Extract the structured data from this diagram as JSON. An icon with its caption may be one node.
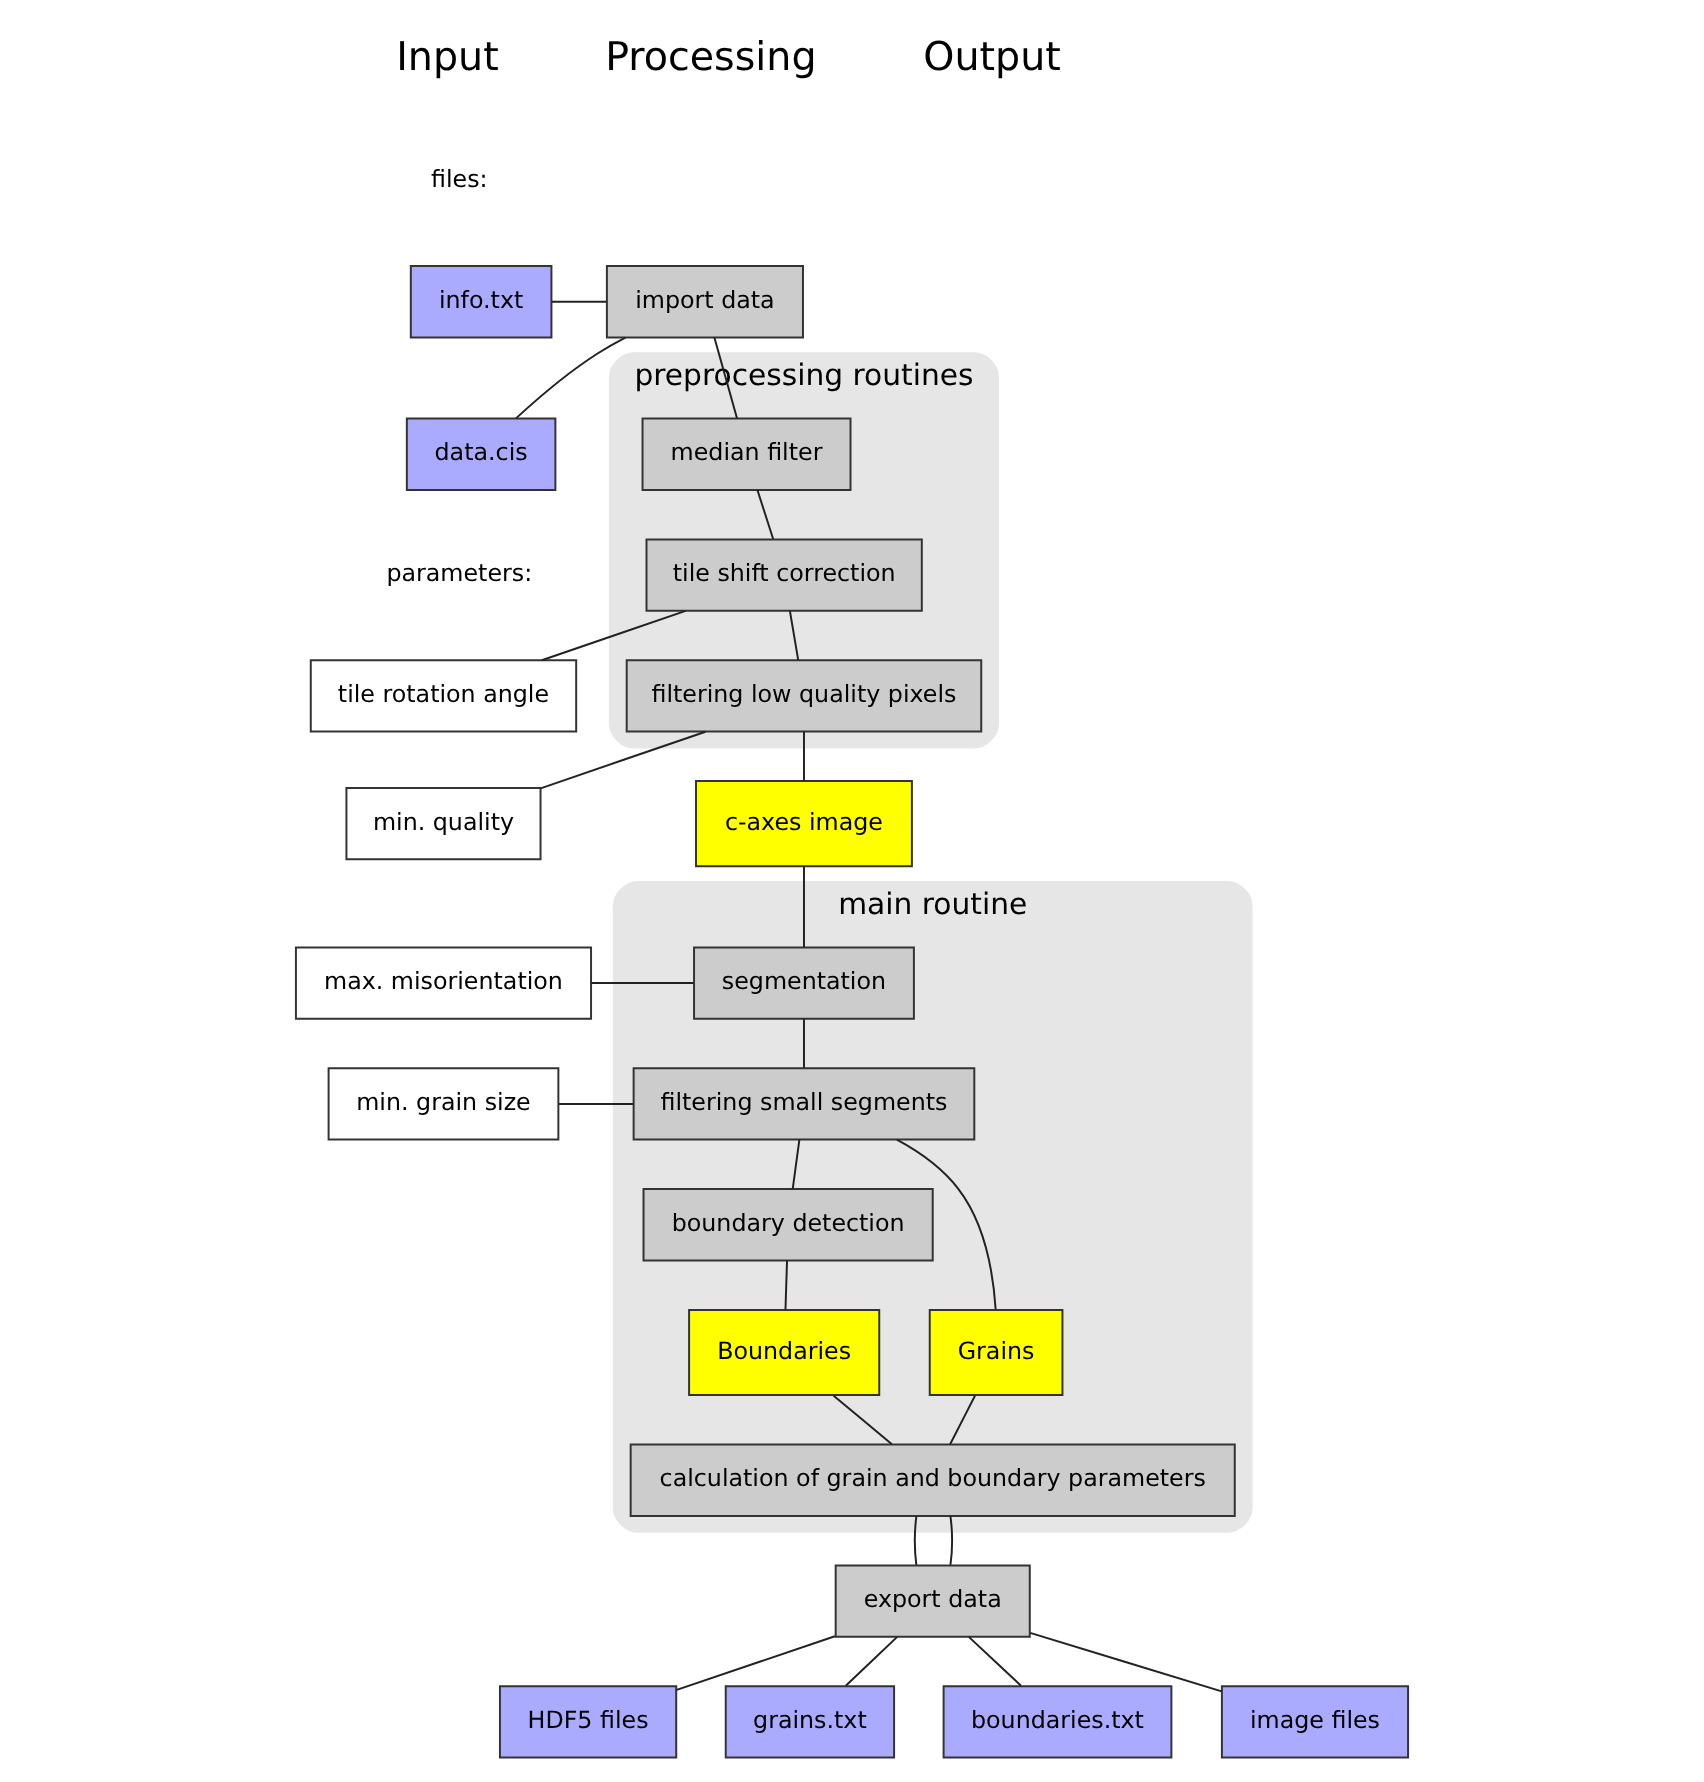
{
  "diagram": {
    "nodes": [
      {
        "text": [
          "info.txt"
        ]
      },
      {
        "text": [
          "data.cis"
        ]
      },
      {
        "text": [
          "import data"
        ]
      },
      {
        "text": [
          "preprocessing routines"
        ]
      },
      {
        "text": [
          "median filter"
        ],
        "in": 3
      },
      {
        "text": [
          "tile shift correction"
        ],
        "in": 3
      },
      {
        "text": [
          "filtering low quality pixels"
        ],
        "in": 3
      },
      {
        "text": [
          "tile rotation angle"
        ]
      },
      {
        "text": [
          "min. quality"
        ]
      },
      {
        "text": [
          "c-axes image"
        ]
      },
      {
        "text": [
          "main routine"
        ]
      },
      {
        "text": [
          "max. misorientation"
        ]
      },
      {
        "text": [
          "segmentation"
        ],
        "in": 10
      },
      {
        "text": [
          "min. grain size"
        ]
      },
      {
        "text": [
          "filtering small segments"
        ],
        "in": 10
      },
      {
        "text": [
          "boundary detection"
        ],
        "in": 10
      },
      {
        "text": [
          "Grains"
        ],
        "in": 10
      },
      {
        "text": [
          "Boundaries"
        ],
        "in": 10
      },
      {
        "text": [
          "calculation of grain and boundary parameters"
        ],
        "in": 10
      },
      {
        "text": [
          "HDF5 files"
        ]
      },
      {
        "text": [
          "grains.txt"
        ]
      },
      {
        "text": [
          "boundaries.txt"
        ]
      },
      {
        "text": [
          "image files"
        ]
      },
      {
        "text": [
          "export data"
        ]
      }
    ],
    "edges": [
      {
        "from": 0,
        "to": 2,
        "arrow": "none"
      },
      {
        "from": 1,
        "to": 2,
        "arrow": "none"
      },
      {
        "from": 2,
        "to": 4,
        "arrow": "none"
      },
      {
        "from": 4,
        "to": 5,
        "arrow": "none"
      },
      {
        "from": 5,
        "to": 6,
        "arrow": "none"
      },
      {
        "from": 7,
        "to": 5,
        "arrow": "none"
      },
      {
        "from": 8,
        "to": 6,
        "arrow": "none"
      },
      {
        "from": 6,
        "to": 9,
        "arrow": "none"
      },
      {
        "from": 9,
        "to": 12,
        "arrow": "none"
      },
      {
        "from": 11,
        "to": 12,
        "arrow": "none"
      },
      {
        "from": 12,
        "to": 14,
        "arrow": "none"
      },
      {
        "from": 13,
        "to": 14,
        "arrow": "none"
      },
      {
        "from": 14,
        "to": 16,
        "arrow": "none"
      },
      {
        "from": 14,
        "to": 15,
        "arrow": "none"
      },
      {
        "from": 15,
        "to": 17,
        "arrow": "none"
      },
      {
        "from": 16,
        "to": 18,
        "arrow": "none"
      },
      {
        "from": 17,
        "to": 18,
        "arrow": "none"
      },
      {
        "from": 18,
        "to": 23,
        "arrow": "none"
      },
      {
        "from": 18,
        "to": 23,
        "arrow": "none"
      },
      {
        "from": 23,
        "to": 19,
        "arrow": "none"
      },
      {
        "from": 23,
        "to": 20,
        "arrow": "none"
      },
      {
        "from": 23,
        "to": 21,
        "arrow": "none"
      },
      {
        "from": 23,
        "to": 22,
        "arrow": "none"
      }
    ],
    "labels": [
      "Input",
      "Processing",
      "Output",
      "files:",
      "parameters:"
    ]
  }
}
